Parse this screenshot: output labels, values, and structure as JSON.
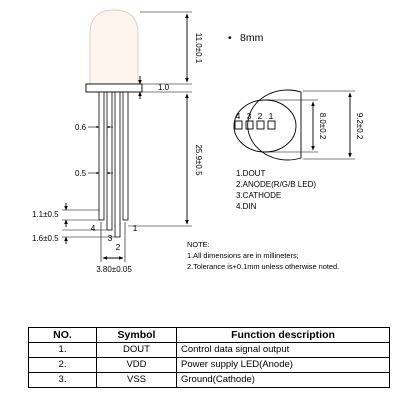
{
  "size_label": "8mm",
  "dims": {
    "dome_height": "11.0±0.1",
    "flange": "1.0",
    "lead_length": "25.9±0.5",
    "lead_width_06": "0.6",
    "lead_width_05": "0.5",
    "bend_11": "1.1±0.5",
    "bend_16": "1.6±0.5",
    "pitch": "3.80±0.05",
    "body_dia": "8.0±0.2",
    "flange_dia": "9.2±0.2"
  },
  "pin_numbers": [
    "4",
    "3",
    "2",
    "1"
  ],
  "pin_list": [
    "1.DOUT",
    "2.ANODE(R/G/B LED)",
    "3.CATHODE",
    "4.DIN"
  ],
  "notes": {
    "title": "NOTE:",
    "lines": [
      "1.All dimensions are in millineters;",
      "2.Tolerance is+0.1mm unless otherwise noted."
    ]
  },
  "table": {
    "headers": [
      "NO.",
      "Symbol",
      "Function description"
    ],
    "rows": [
      [
        "1.",
        "DOUT",
        "Control data signal output"
      ],
      [
        "2.",
        "VDD",
        "Power supply LED(Anode)"
      ],
      [
        "3.",
        "VSS",
        "Ground(Cathode)"
      ]
    ]
  }
}
